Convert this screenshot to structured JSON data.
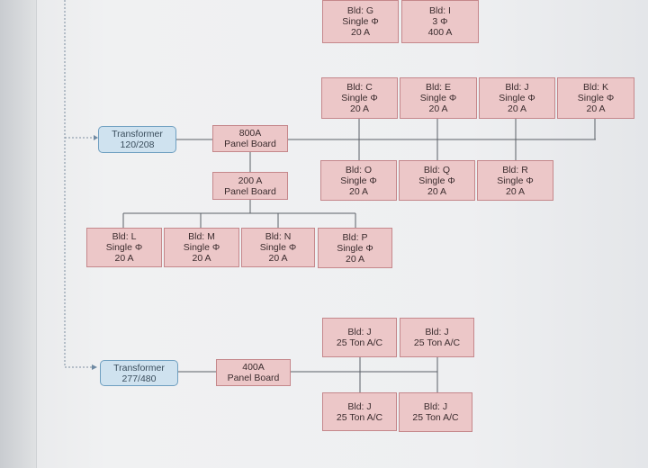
{
  "transformers": [
    {
      "id": "t1",
      "line1": "Transformer",
      "line2": "120/208"
    },
    {
      "id": "t2",
      "line1": "Transformer",
      "line2": "277/480"
    }
  ],
  "panels": [
    {
      "id": "p800",
      "line1": "800A",
      "line2": "Panel Board"
    },
    {
      "id": "p200",
      "line1": "200 A",
      "line2": "Panel Board"
    },
    {
      "id": "p400",
      "line1": "400A",
      "line2": "Panel Board"
    }
  ],
  "buildings": [
    {
      "id": "G",
      "lines": [
        "Bld: G",
        "Single Φ",
        "20 A"
      ]
    },
    {
      "id": "I",
      "lines": [
        "Bld: I",
        "3 Φ",
        "400 A"
      ]
    },
    {
      "id": "C",
      "lines": [
        "Bld: C",
        "Single Φ",
        "20 A"
      ]
    },
    {
      "id": "E",
      "lines": [
        "Bld: E",
        "Single Φ",
        "20 A"
      ]
    },
    {
      "id": "J1",
      "lines": [
        "Bld: J",
        "Single Φ",
        "20 A"
      ]
    },
    {
      "id": "K",
      "lines": [
        "Bld: K",
        "Single Φ",
        "20 A"
      ]
    },
    {
      "id": "O",
      "lines": [
        "Bld: O",
        "Single Φ",
        "20 A"
      ]
    },
    {
      "id": "Q",
      "lines": [
        "Bld: Q",
        "Single Φ",
        "20 A"
      ]
    },
    {
      "id": "R",
      "lines": [
        "Bld: R",
        "Single Φ",
        "20 A"
      ]
    },
    {
      "id": "L",
      "lines": [
        "Bld: L",
        "Single Φ",
        "20 A"
      ]
    },
    {
      "id": "M",
      "lines": [
        "Bld: M",
        "Single Φ",
        "20 A"
      ]
    },
    {
      "id": "N",
      "lines": [
        "Bld: N",
        "Single Φ",
        "20 A"
      ]
    },
    {
      "id": "P",
      "lines": [
        "Bld: P",
        "Single Φ",
        "20 A"
      ]
    },
    {
      "id": "AC1",
      "lines": [
        "Bld: J",
        "25 Ton A/C"
      ]
    },
    {
      "id": "AC2",
      "lines": [
        "Bld: J",
        "25 Ton A/C"
      ]
    },
    {
      "id": "AC3",
      "lines": [
        "Bld: J",
        "25 Ton A/C"
      ]
    },
    {
      "id": "AC4",
      "lines": [
        "Bld: J",
        "25 Ton A/C"
      ]
    }
  ]
}
